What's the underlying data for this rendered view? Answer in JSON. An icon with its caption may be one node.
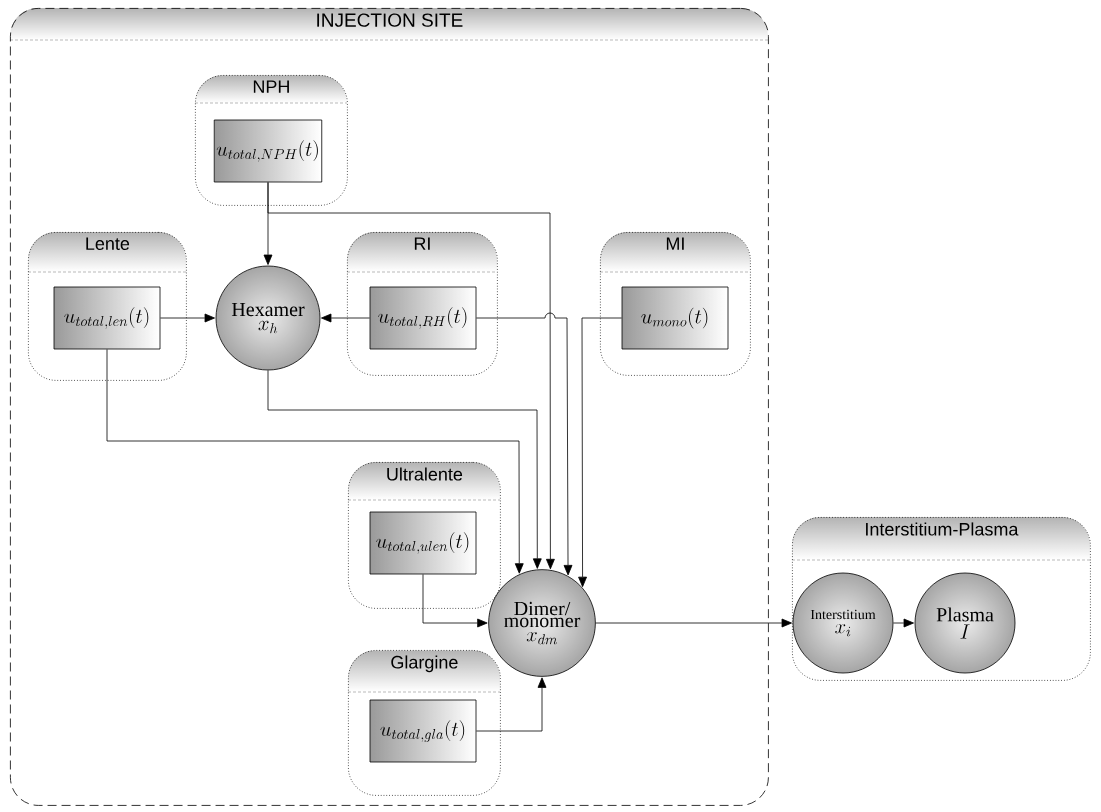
{
  "diagram": {
    "nodes": [
      {
        "text": [
          "INJECTION SITE"
        ]
      },
      {
        "text": [
          "NPH"
        ],
        "in": 0
      },
      {
        "text": [
          "u_{total,NPH}(t)"
        ],
        "in": 1
      },
      {
        "text": [
          "Lente"
        ],
        "in": 0
      },
      {
        "text": [
          "u_{total,len}(t)"
        ],
        "in": 3
      },
      {
        "text": [
          "Hexamer",
          "x_{h}"
        ],
        "in": 0
      },
      {
        "text": [
          "RI"
        ],
        "in": 0
      },
      {
        "text": [
          "u_{total,RH}(t)"
        ],
        "in": 6
      },
      {
        "text": [
          "MI"
        ],
        "in": 0
      },
      {
        "text": [
          "u_{mono}(t)"
        ],
        "in": 8
      },
      {
        "text": [
          "Ultralente"
        ],
        "in": 0
      },
      {
        "text": [
          "u_{total,ulen}(t)"
        ],
        "in": 10
      },
      {
        "text": [
          "Glargine"
        ],
        "in": 0
      },
      {
        "text": [
          "u_{total,gla}(t)"
        ],
        "in": 12
      },
      {
        "text": [
          "Dimer/ monomer",
          "x_{dm}"
        ],
        "in": 0
      },
      {
        "text": [
          "Interstitium-Plasma"
        ]
      },
      {
        "text": [
          "Interstitium",
          "x_{i}"
        ],
        "in": 15
      },
      {
        "text": [
          "Plasma",
          "I"
        ],
        "in": 15
      }
    ],
    "edges": [
      {
        "from": 2,
        "to": 5,
        "arrow": "to"
      },
      {
        "from": 2,
        "to": 14,
        "arrow": "to"
      },
      {
        "from": 4,
        "to": 5,
        "arrow": "to"
      },
      {
        "from": 4,
        "to": 14,
        "arrow": "to"
      },
      {
        "from": 5,
        "to": 14,
        "arrow": "to"
      },
      {
        "from": 7,
        "to": 5,
        "arrow": "to"
      },
      {
        "from": 7,
        "to": 14,
        "arrow": "to"
      },
      {
        "from": 9,
        "to": 14,
        "arrow": "to"
      },
      {
        "from": 11,
        "to": 14,
        "arrow": "to"
      },
      {
        "from": 13,
        "to": 14,
        "arrow": "to"
      },
      {
        "from": 14,
        "to": 16,
        "arrow": "to"
      },
      {
        "from": 16,
        "to": 17,
        "arrow": "to"
      }
    ]
  }
}
